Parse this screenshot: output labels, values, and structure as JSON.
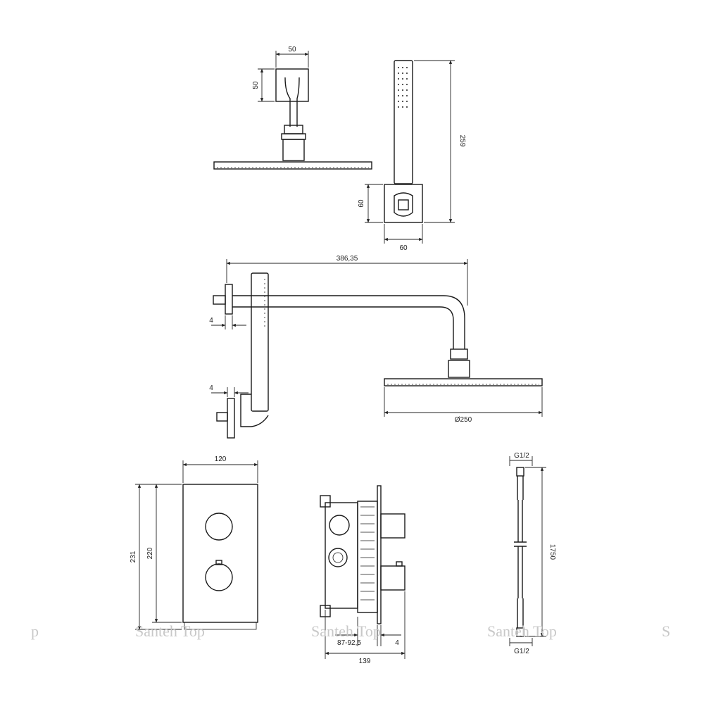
{
  "dimensions": {
    "arm_width": "50",
    "arm_height": "50",
    "handshower_length": "259",
    "holder_height": "60",
    "holder_width": "60",
    "arm_reach": "386,35",
    "wall_offset_top": "4",
    "wall_offset_bottom": "4",
    "head_diameter": "Ø250",
    "mixer_width": "120",
    "mixer_height_outer": "231",
    "mixer_height_inner": "220",
    "box_depth_range": "87-92,5",
    "box_plate": "4",
    "box_total_depth": "139",
    "hose_thread_top": "G1/2",
    "hose_length": "1750",
    "hose_thread_bottom": "G1/2"
  },
  "watermarks": [
    "p",
    "Santeh Top",
    "Santeh Top",
    "Santeh Top",
    "S"
  ]
}
